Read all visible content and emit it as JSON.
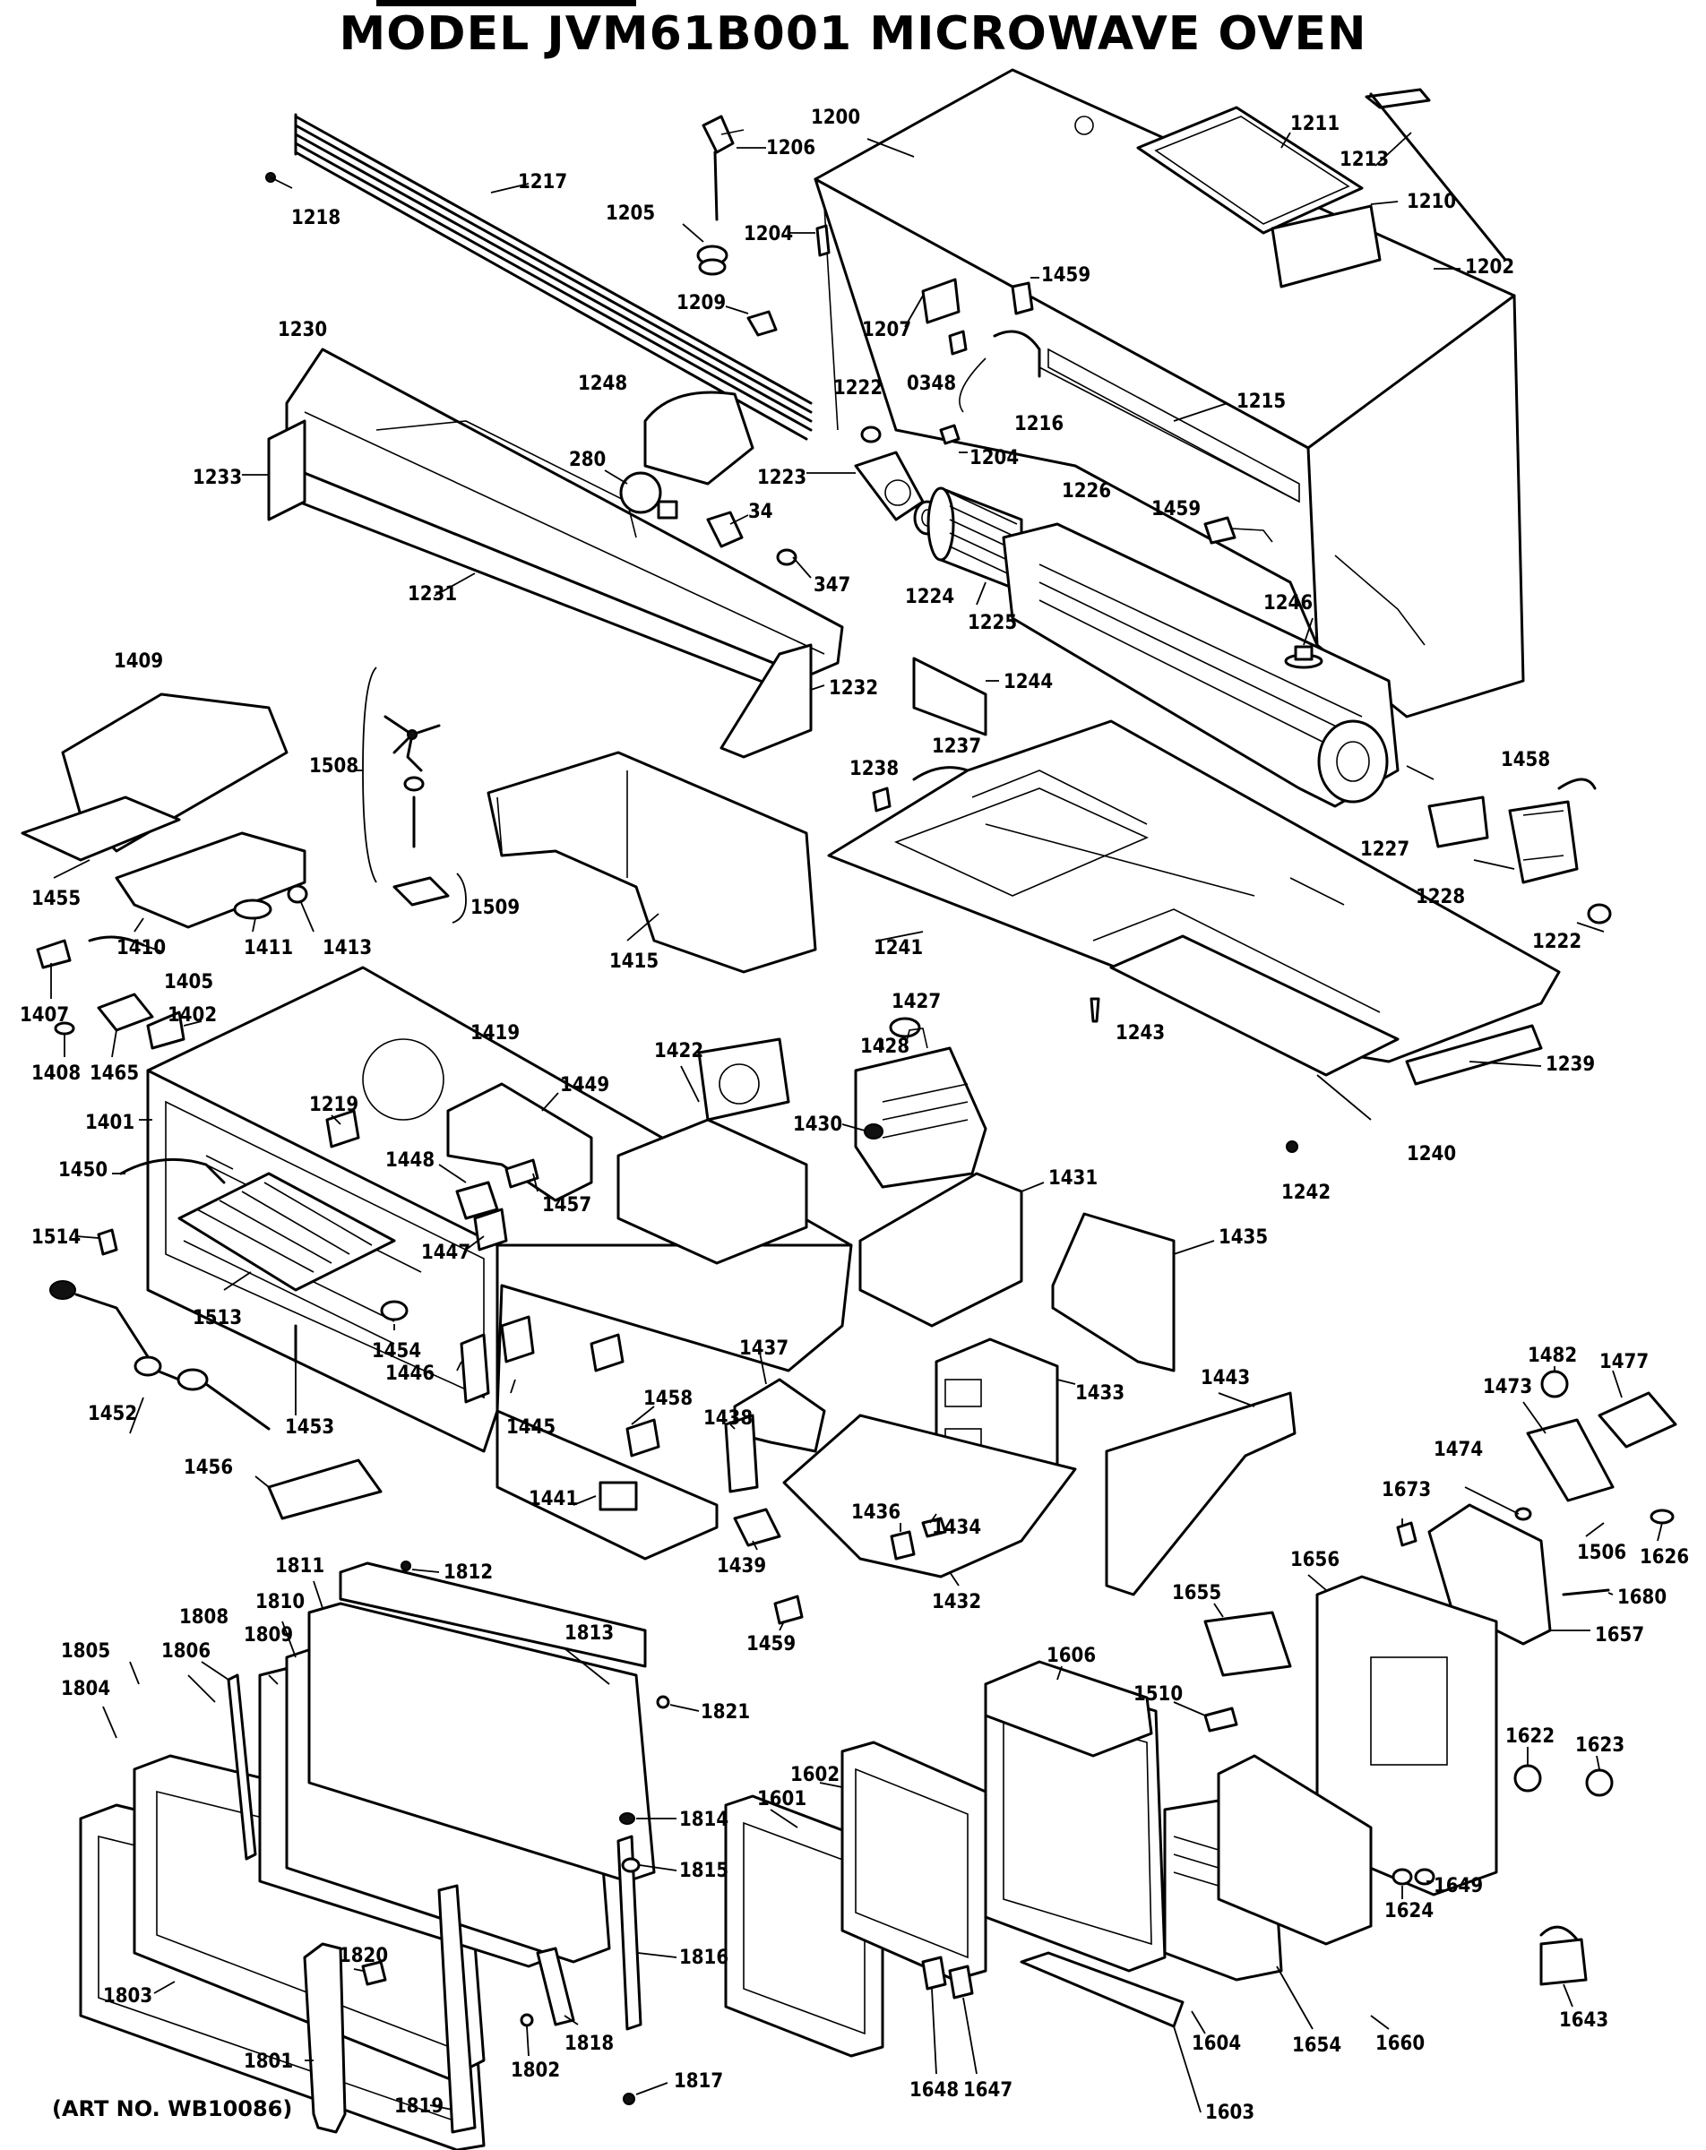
{
  "title": "MODEL JVM61B001 MICROWAVE OVEN",
  "art_number": "(ART NO. WB10086)",
  "callouts": [
    {
      "id": "c1200",
      "text": "1200"
    },
    {
      "id": "c1211",
      "text": "1211"
    },
    {
      "id": "c1213",
      "text": "1213"
    },
    {
      "id": "c1206",
      "text": "1206"
    },
    {
      "id": "c1217",
      "text": "1217"
    },
    {
      "id": "c1218",
      "text": "1218"
    },
    {
      "id": "c1205",
      "text": "1205"
    },
    {
      "id": "c1204a",
      "text": "1204"
    },
    {
      "id": "c1210",
      "text": "1210"
    },
    {
      "id": "c1202",
      "text": "1202"
    },
    {
      "id": "c1209",
      "text": "1209"
    },
    {
      "id": "c1459a",
      "text": "1459"
    },
    {
      "id": "c1207",
      "text": "1207"
    },
    {
      "id": "c0348",
      "text": "0348"
    },
    {
      "id": "c1230",
      "text": "1230"
    },
    {
      "id": "c1248",
      "text": "1248"
    },
    {
      "id": "c1222a",
      "text": "1222"
    },
    {
      "id": "c1216",
      "text": "1216"
    },
    {
      "id": "c1215",
      "text": "1215"
    },
    {
      "id": "c1204b",
      "text": "1204"
    },
    {
      "id": "c1233",
      "text": "1233"
    },
    {
      "id": "c280",
      "text": "280"
    },
    {
      "id": "c1223",
      "text": "1223"
    },
    {
      "id": "c1226",
      "text": "1226"
    },
    {
      "id": "c34",
      "text": "34"
    },
    {
      "id": "c1459b",
      "text": "1459"
    },
    {
      "id": "c347",
      "text": "347"
    },
    {
      "id": "c1224",
      "text": "1224"
    },
    {
      "id": "c1231",
      "text": "1231"
    },
    {
      "id": "c1225",
      "text": "1225"
    },
    {
      "id": "c1246",
      "text": "1246"
    },
    {
      "id": "c1409",
      "text": "1409"
    },
    {
      "id": "c1232",
      "text": "1232"
    },
    {
      "id": "c1244",
      "text": "1244"
    },
    {
      "id": "c1508",
      "text": "1508"
    },
    {
      "id": "c1237",
      "text": "1237"
    },
    {
      "id": "c1238",
      "text": "1238"
    },
    {
      "id": "c1458a",
      "text": "1458"
    },
    {
      "id": "c1227",
      "text": "1227"
    },
    {
      "id": "c1455",
      "text": "1455"
    },
    {
      "id": "c1509",
      "text": "1509"
    },
    {
      "id": "c1228",
      "text": "1228"
    },
    {
      "id": "c1410",
      "text": "1410"
    },
    {
      "id": "c1411",
      "text": "1411"
    },
    {
      "id": "c1413",
      "text": "1413"
    },
    {
      "id": "c1415",
      "text": "1415"
    },
    {
      "id": "c1241",
      "text": "1241"
    },
    {
      "id": "c1222b",
      "text": "1222"
    },
    {
      "id": "c1405",
      "text": "1405"
    },
    {
      "id": "c1407",
      "text": "1407"
    },
    {
      "id": "c1402",
      "text": "1402"
    },
    {
      "id": "c1419",
      "text": "1419"
    },
    {
      "id": "c1427",
      "text": "1427"
    },
    {
      "id": "c1408",
      "text": "1408"
    },
    {
      "id": "c1465",
      "text": "1465"
    },
    {
      "id": "c1422",
      "text": "1422"
    },
    {
      "id": "c1428",
      "text": "1428"
    },
    {
      "id": "c1243",
      "text": "1243"
    },
    {
      "id": "c1239",
      "text": "1239"
    },
    {
      "id": "c1219",
      "text": "1219"
    },
    {
      "id": "c1449",
      "text": "1449"
    },
    {
      "id": "c1401",
      "text": "1401"
    },
    {
      "id": "c1430",
      "text": "1430"
    },
    {
      "id": "c1240",
      "text": "1240"
    },
    {
      "id": "c1448",
      "text": "1448"
    },
    {
      "id": "c1431",
      "text": "1431"
    },
    {
      "id": "c1450",
      "text": "1450"
    },
    {
      "id": "c1457",
      "text": "1457"
    },
    {
      "id": "c1242",
      "text": "1242"
    },
    {
      "id": "c1514",
      "text": "1514"
    },
    {
      "id": "c1447",
      "text": "1447"
    },
    {
      "id": "c1435",
      "text": "1435"
    },
    {
      "id": "c1513",
      "text": "1513"
    },
    {
      "id": "c1454",
      "text": "1454"
    },
    {
      "id": "c1437",
      "text": "1437"
    },
    {
      "id": "c1446",
      "text": "1446"
    },
    {
      "id": "c1482",
      "text": "1482"
    },
    {
      "id": "c1477",
      "text": "1477"
    },
    {
      "id": "c1433",
      "text": "1433"
    },
    {
      "id": "c1443",
      "text": "1443"
    },
    {
      "id": "c1452",
      "text": "1452"
    },
    {
      "id": "c1453",
      "text": "1453"
    },
    {
      "id": "c1445",
      "text": "1445"
    },
    {
      "id": "c1458b",
      "text": "1458"
    },
    {
      "id": "c1473",
      "text": "1473"
    },
    {
      "id": "c1438",
      "text": "1438"
    },
    {
      "id": "c1474",
      "text": "1474"
    },
    {
      "id": "c1456",
      "text": "1456"
    },
    {
      "id": "c1441",
      "text": "1441"
    },
    {
      "id": "c1673",
      "text": "1673"
    },
    {
      "id": "c1436",
      "text": "1436"
    },
    {
      "id": "c1434",
      "text": "1434"
    },
    {
      "id": "c1439",
      "text": "1439"
    },
    {
      "id": "c1506",
      "text": "1506"
    },
    {
      "id": "c1626",
      "text": "1626"
    },
    {
      "id": "c1432",
      "text": "1432"
    },
    {
      "id": "c1655",
      "text": "1655"
    },
    {
      "id": "c1656",
      "text": "1656"
    },
    {
      "id": "c1680",
      "text": "1680"
    },
    {
      "id": "c1811",
      "text": "1811"
    },
    {
      "id": "c1812",
      "text": "1812"
    },
    {
      "id": "c1459c",
      "text": "1459"
    },
    {
      "id": "c1657",
      "text": "1657"
    },
    {
      "id": "c1810",
      "text": "1810"
    },
    {
      "id": "c1808",
      "text": "1808"
    },
    {
      "id": "c1813",
      "text": "1813"
    },
    {
      "id": "c1809",
      "text": "1809"
    },
    {
      "id": "c1805",
      "text": "1805"
    },
    {
      "id": "c1806",
      "text": "1806"
    },
    {
      "id": "c1606",
      "text": "1606"
    },
    {
      "id": "c1510",
      "text": "1510"
    },
    {
      "id": "c1821",
      "text": "1821"
    },
    {
      "id": "c1804",
      "text": "1804"
    },
    {
      "id": "c1622",
      "text": "1622"
    },
    {
      "id": "c1623",
      "text": "1623"
    },
    {
      "id": "c1602",
      "text": "1602"
    },
    {
      "id": "c1601",
      "text": "1601"
    },
    {
      "id": "c1814",
      "text": "1814"
    },
    {
      "id": "c1815",
      "text": "1815"
    },
    {
      "id": "c1820",
      "text": "1820"
    },
    {
      "id": "c1816",
      "text": "1816"
    },
    {
      "id": "c1624",
      "text": "1624"
    },
    {
      "id": "c1649",
      "text": "1649"
    },
    {
      "id": "c1803",
      "text": "1803"
    },
    {
      "id": "c1818",
      "text": "1818"
    },
    {
      "id": "c1604",
      "text": "1604"
    },
    {
      "id": "c1660",
      "text": "1660"
    },
    {
      "id": "c1643",
      "text": "1643"
    },
    {
      "id": "c1801",
      "text": "1801"
    },
    {
      "id": "c1802",
      "text": "1802"
    },
    {
      "id": "c1817",
      "text": "1817"
    },
    {
      "id": "c1654",
      "text": "1654"
    },
    {
      "id": "c1819",
      "text": "1819"
    },
    {
      "id": "c1648",
      "text": "1648"
    },
    {
      "id": "c1647",
      "text": "1647"
    },
    {
      "id": "c1603",
      "text": "1603"
    }
  ]
}
